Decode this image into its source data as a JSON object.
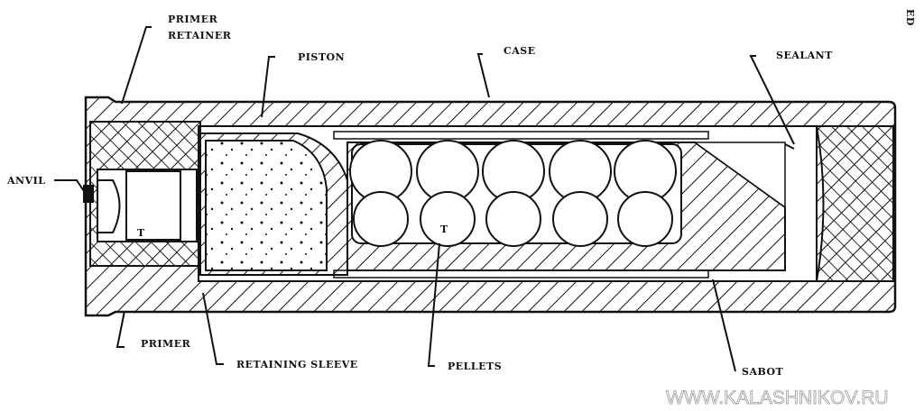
{
  "labels": {
    "primer_retainer_1": "PRIMER",
    "primer_retainer_2": "RETAINER",
    "piston": "PISTON",
    "case": "CASE",
    "sealant": "SEALANT",
    "anvil": "ANVIL",
    "primer": "PRIMER",
    "retaining_sleeve": "RETAINING SLEEVE",
    "pellets": "PELLETS",
    "sabot": "SABOT"
  },
  "watermark": "WWW.KALASHNIKOV.RU",
  "corner_mark": "ED",
  "colors": {
    "ink": "#111111",
    "paper": "#ffffff",
    "watermark": "#9a9a9a"
  }
}
